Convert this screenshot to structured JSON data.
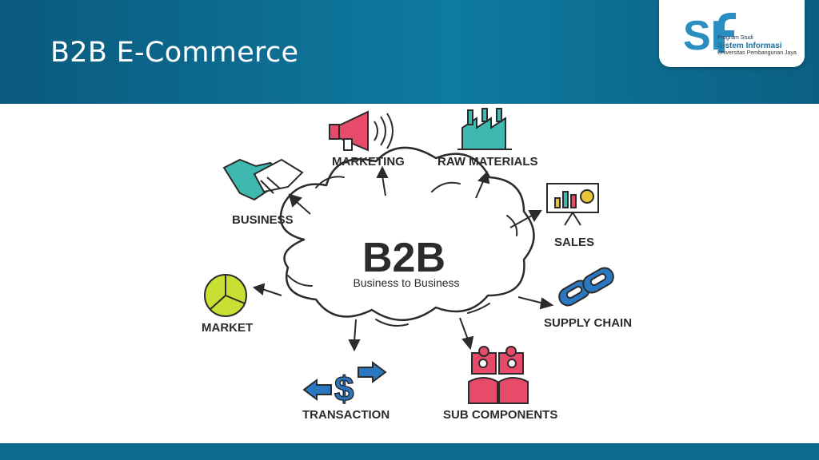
{
  "slide": {
    "title": "B2B E-Commerce"
  },
  "logo": {
    "mark_text": "SI",
    "line1": "Program Studi",
    "line2": "Sistem Informasi",
    "line3": "Universitas Pembangunan Jaya"
  },
  "diagram": {
    "center_title": "B2B",
    "center_subtitle": "Business to Business",
    "nodes": {
      "marketing": "MARKETING",
      "raw_materials": "RAW MATERIALS",
      "business": "BUSINESS",
      "sales": "SALES",
      "market": "MARKET",
      "supply_chain": "SUPPLY CHAIN",
      "transaction": "TRANSACTION",
      "sub_components": "SUB COMPONENTS"
    }
  },
  "colors": {
    "header": "#0e7aa0",
    "marketing_icon": "#e84a6a",
    "raw_materials_icon": "#3fb8b0",
    "business_icon": "#3fb8b0",
    "market_icon": "#c8e033",
    "supply_chain_icon": "#2b78c2",
    "transaction_icon": "#2b78c2",
    "sub_components_icon": "#e84a6a"
  }
}
